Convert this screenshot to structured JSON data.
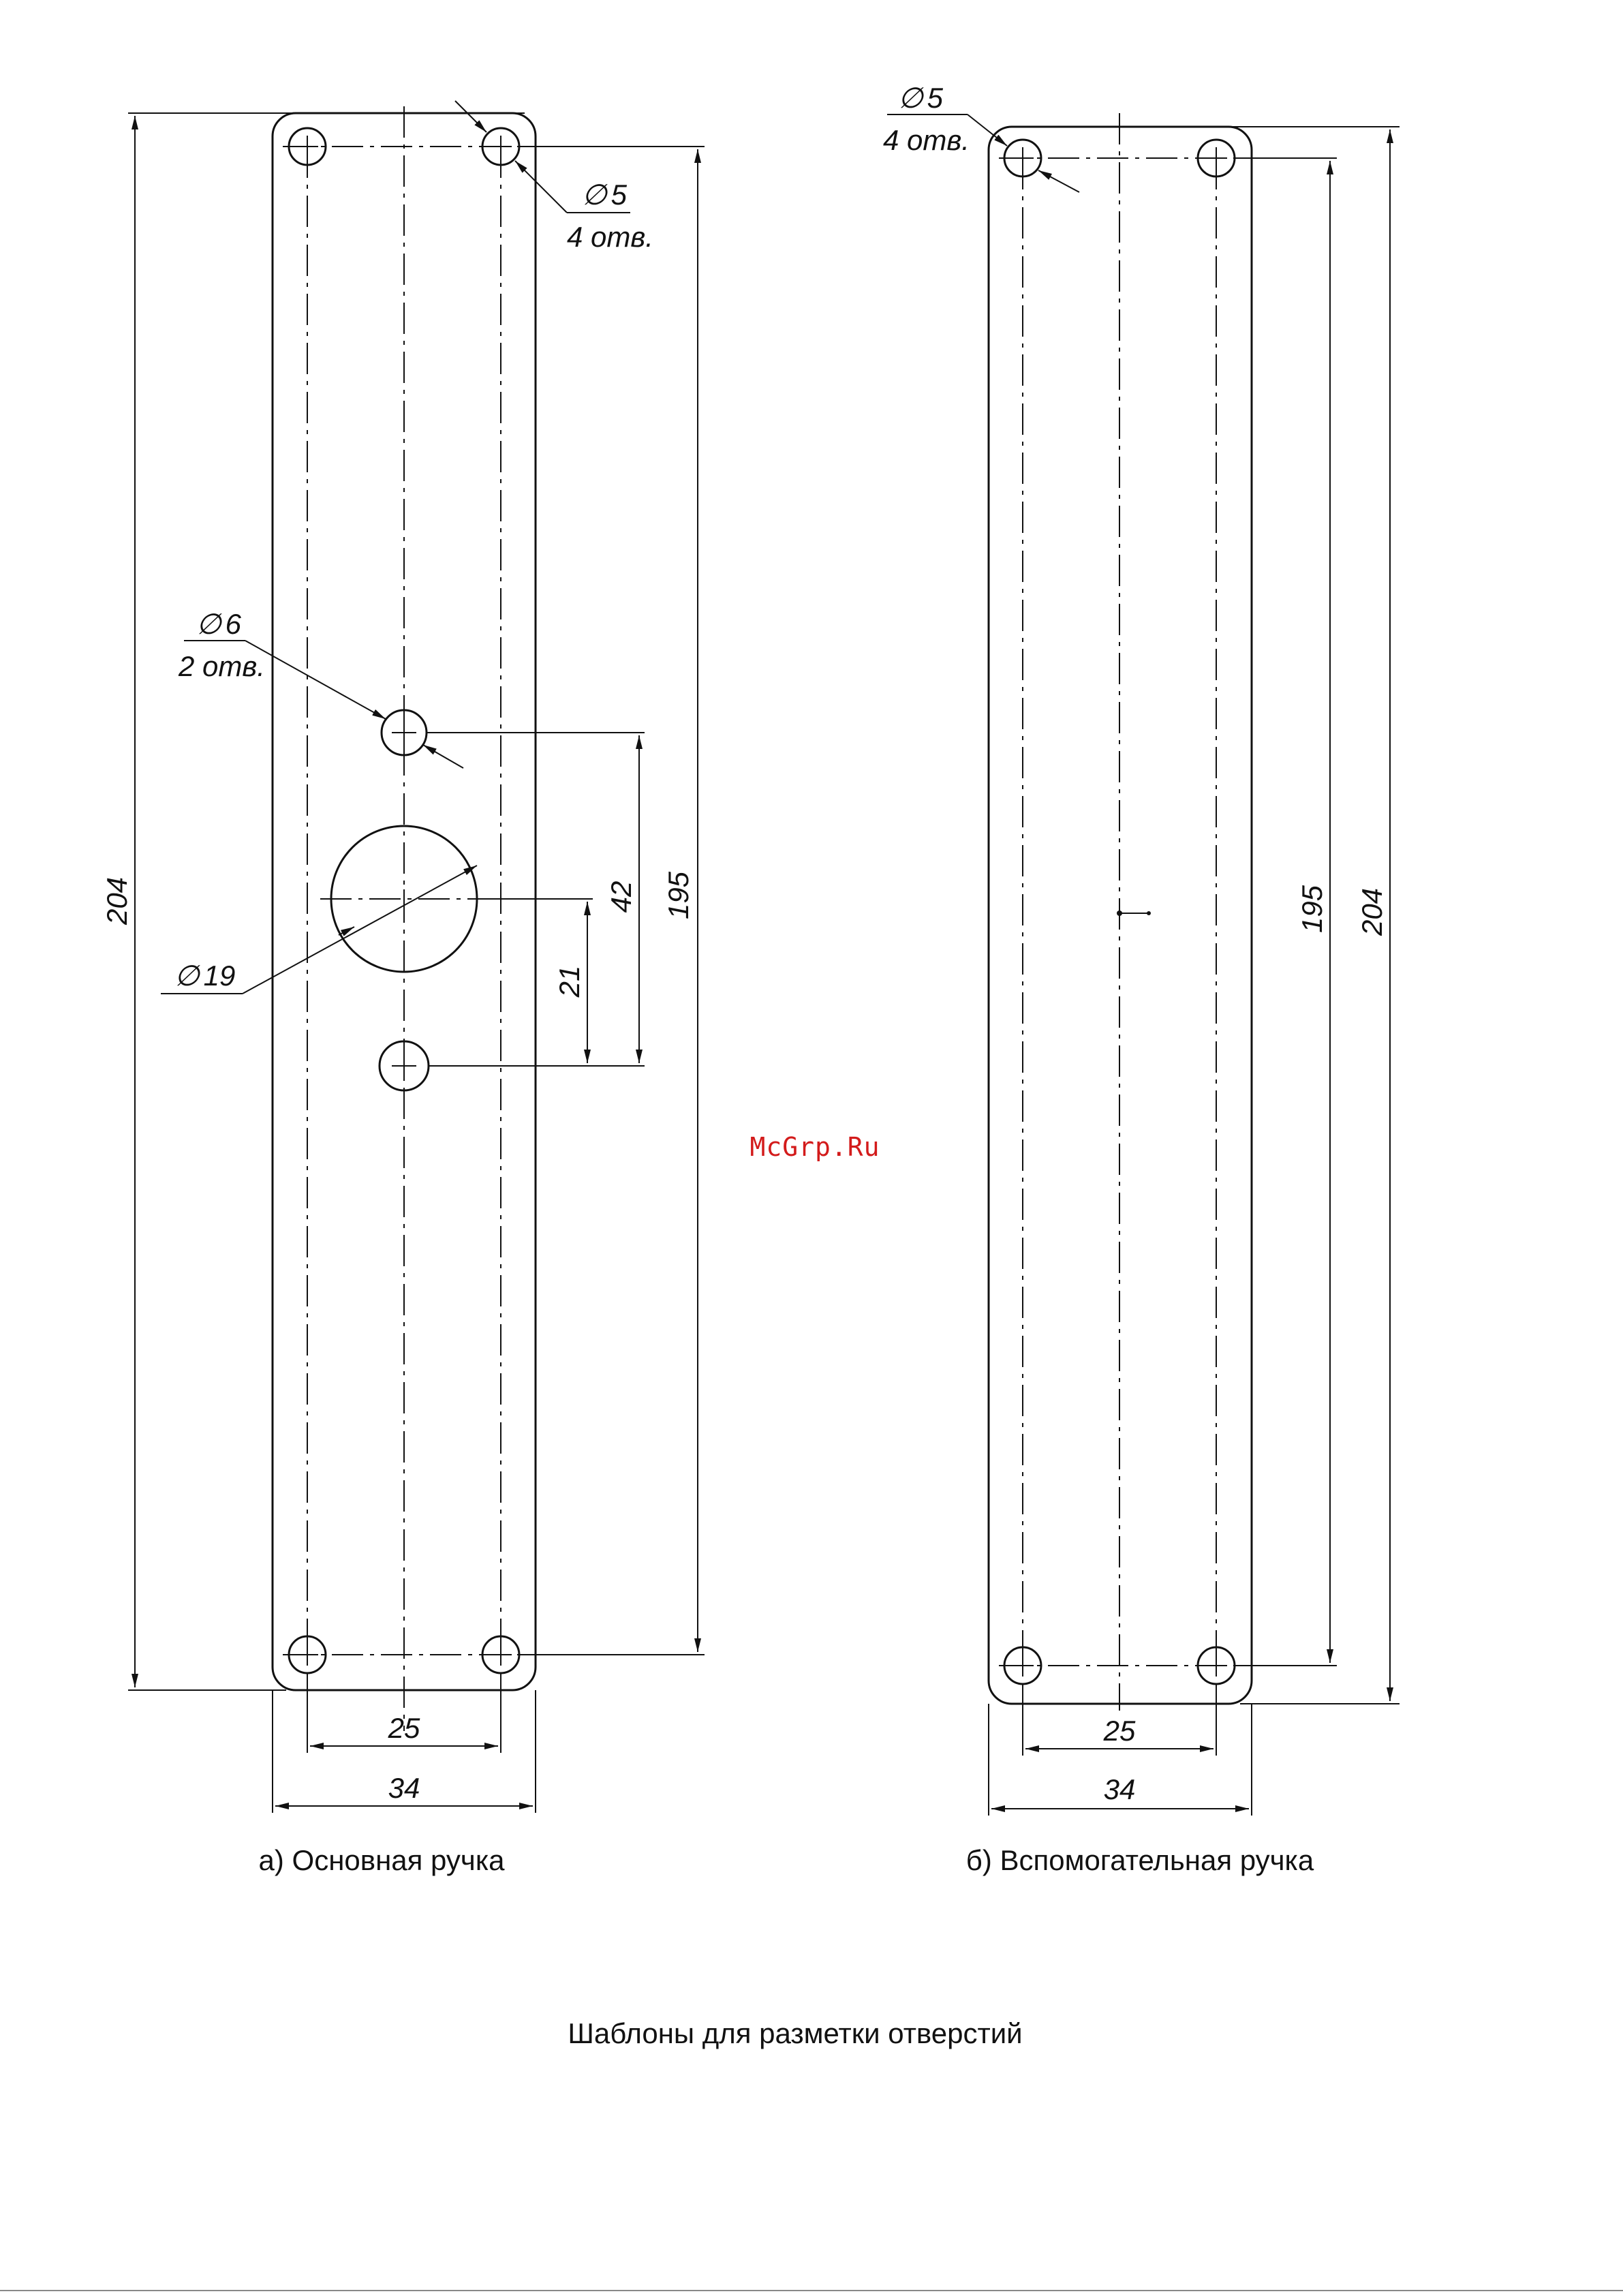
{
  "main_handle": {
    "caption": "а) Основная ручка",
    "hole_small": {
      "symbol": "∅",
      "size": "5",
      "count": "4 отв."
    },
    "hole_mid": {
      "symbol": "∅",
      "size": "6",
      "count": "2 отв."
    },
    "hole_big": {
      "symbol": "∅",
      "size": "19"
    },
    "dims": {
      "height": "204",
      "hole_span": "195",
      "mid_spacing": "42",
      "half_spacing": "21",
      "inner_width": "25",
      "outer_width": "34"
    }
  },
  "aux_handle": {
    "caption": "б) Вспомогательная ручка",
    "hole_small": {
      "symbol": "∅",
      "size": "5",
      "count": "4 отв."
    },
    "dims": {
      "height": "204",
      "hole_span": "195",
      "inner_width": "25",
      "outer_width": "34"
    }
  },
  "watermark": "McGrp.Ru",
  "figure_title": "Шаблоны для разметки отверстий"
}
